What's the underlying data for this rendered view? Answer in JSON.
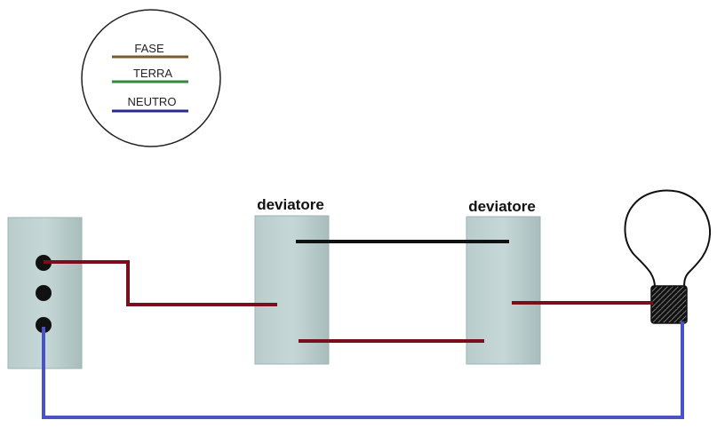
{
  "legend": {
    "items": [
      {
        "label": "FASE",
        "color": "#7a5a2e"
      },
      {
        "label": "TERRA",
        "color": "#2f8a3e"
      },
      {
        "label": "NEUTRO",
        "color": "#2a2a8c"
      }
    ]
  },
  "devices": {
    "switch1": {
      "label": "deviatore"
    },
    "switch2": {
      "label": "deviatore"
    }
  },
  "wires": {
    "phase_color": "#7a0e1c",
    "traveler_color": "#111111",
    "neutral_color": "#4a52c8"
  },
  "components": {
    "socket": "socket-icon",
    "bulb": "light-bulb-icon"
  }
}
